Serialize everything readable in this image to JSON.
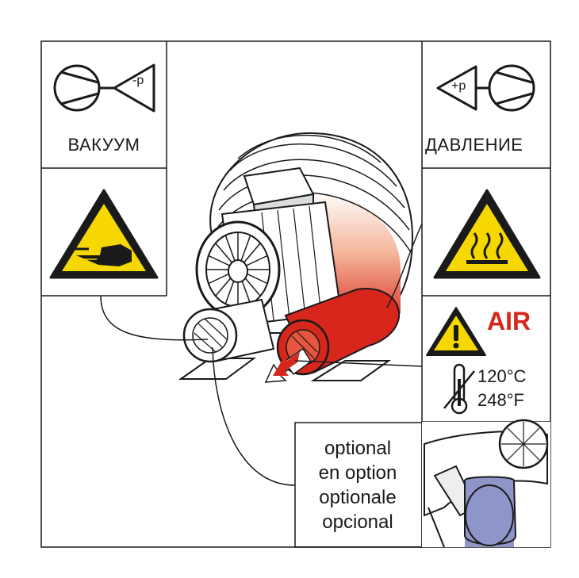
{
  "labels": {
    "vacuum": "ВАКУУМ",
    "pressure": "ДАВЛЕНИЕ",
    "air": "AIR",
    "temp_c": "120°C",
    "temp_f": "248°F",
    "neg_p": "-p",
    "pos_p": "+p"
  },
  "optional_labels": [
    "optional",
    "en option",
    "optionale",
    "opcional"
  ],
  "colors": {
    "warning_yellow": "#f6d800",
    "accent_red": "#d7271c",
    "filter_blue": "#8f95c8",
    "outline": "#1a1a1a"
  },
  "icons": [
    "vacuum-pump-icon",
    "pressure-pump-icon",
    "hand-crush-warning-icon",
    "hot-surface-warning-icon",
    "general-warning-icon",
    "thermometer-icon",
    "airflow-arrow-icon"
  ]
}
